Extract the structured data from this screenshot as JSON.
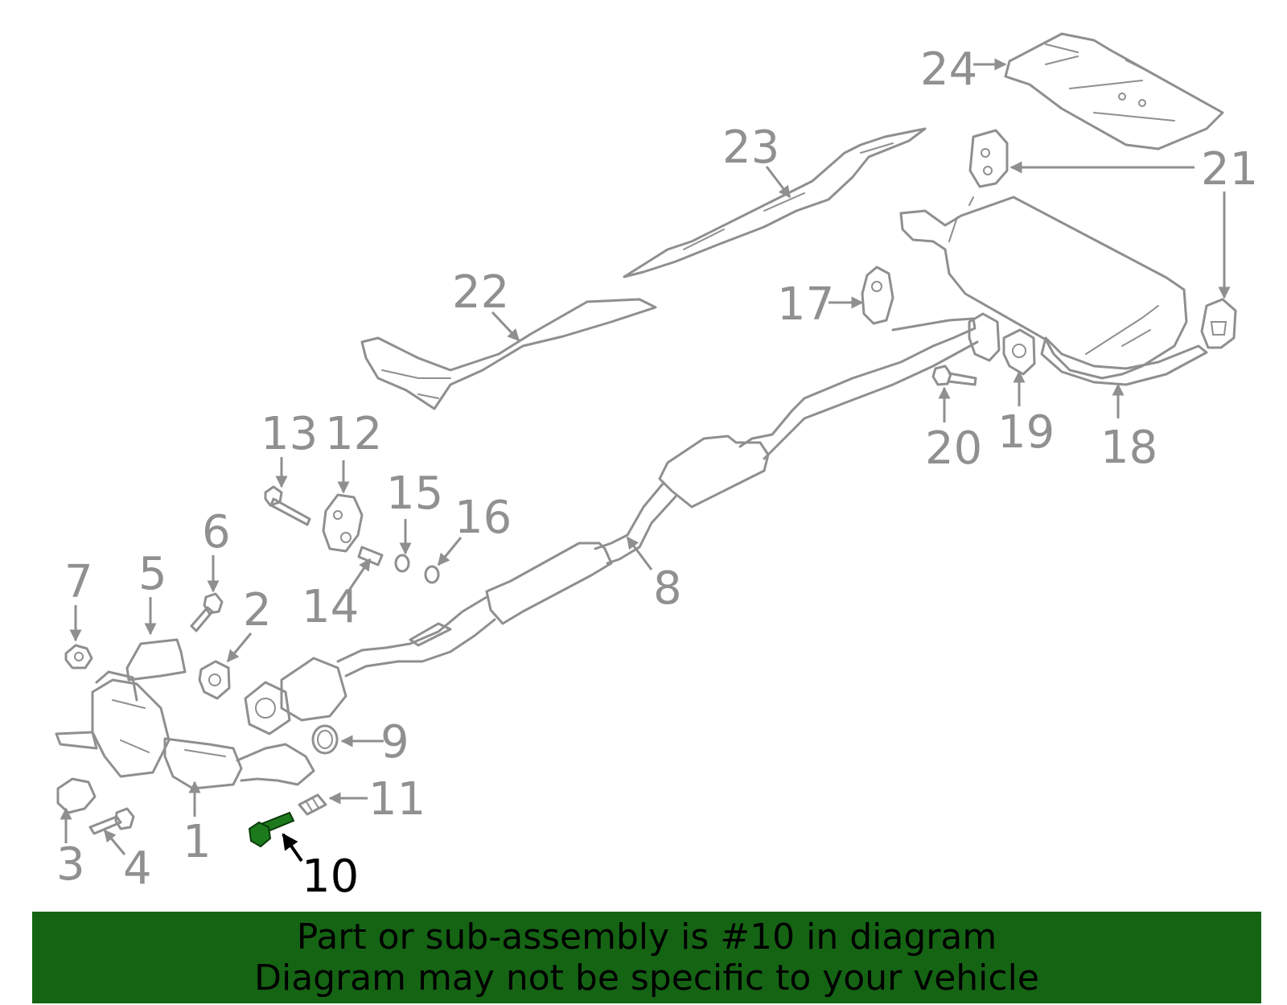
{
  "callouts": [
    {
      "id": "1",
      "label": "1"
    },
    {
      "id": "2",
      "label": "2"
    },
    {
      "id": "3",
      "label": "3"
    },
    {
      "id": "4",
      "label": "4"
    },
    {
      "id": "5",
      "label": "5"
    },
    {
      "id": "6",
      "label": "6"
    },
    {
      "id": "7",
      "label": "7"
    },
    {
      "id": "8",
      "label": "8"
    },
    {
      "id": "9",
      "label": "9"
    },
    {
      "id": "10",
      "label": "10",
      "highlighted": true
    },
    {
      "id": "11",
      "label": "11"
    },
    {
      "id": "12",
      "label": "12"
    },
    {
      "id": "13",
      "label": "13"
    },
    {
      "id": "14",
      "label": "14"
    },
    {
      "id": "15",
      "label": "15"
    },
    {
      "id": "16",
      "label": "16"
    },
    {
      "id": "17",
      "label": "17"
    },
    {
      "id": "18",
      "label": "18"
    },
    {
      "id": "19",
      "label": "19"
    },
    {
      "id": "20",
      "label": "20"
    },
    {
      "id": "21",
      "label": "21"
    },
    {
      "id": "22",
      "label": "22"
    },
    {
      "id": "23",
      "label": "23"
    },
    {
      "id": "24",
      "label": "24"
    }
  ],
  "colors": {
    "line_art": "#8f8f8f",
    "highlight_part": "#1c7a1c",
    "banner_background": "#156414",
    "banner_text": "#000000"
  },
  "banner": {
    "line1": "Part or sub-assembly is #10 in diagram",
    "line2": "Diagram may not be specific to your vehicle"
  }
}
